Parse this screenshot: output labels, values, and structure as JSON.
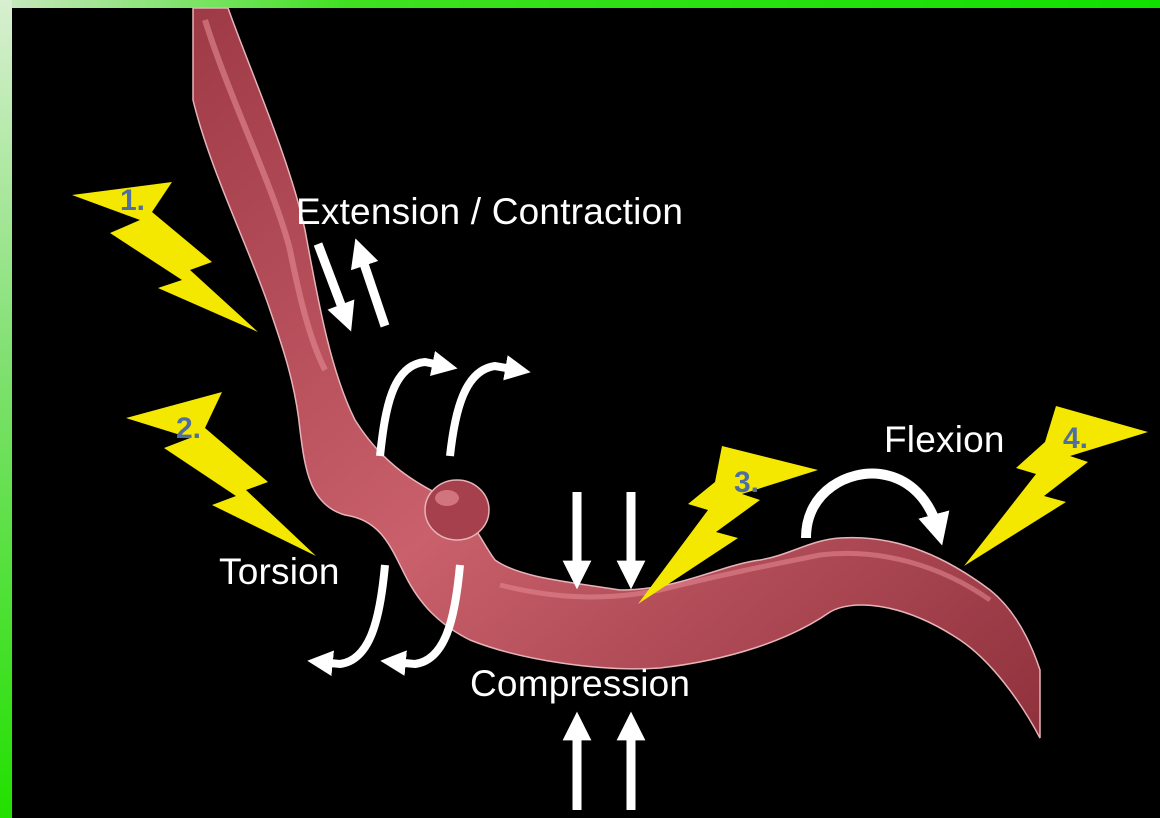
{
  "labels": {
    "extension": "Extension / Contraction",
    "torsion": "Torsion",
    "compression": "Compression",
    "flexion": "Flexion"
  },
  "bolts": {
    "one": "1.",
    "two": "2.",
    "three": "3.",
    "four": "4."
  },
  "colors": {
    "background": "#000000",
    "bolt": "#f5e800",
    "vessel": "#c2535f",
    "arrows": "#ffffff",
    "number_text": "#4f6fa0",
    "frame": "#22e000"
  }
}
